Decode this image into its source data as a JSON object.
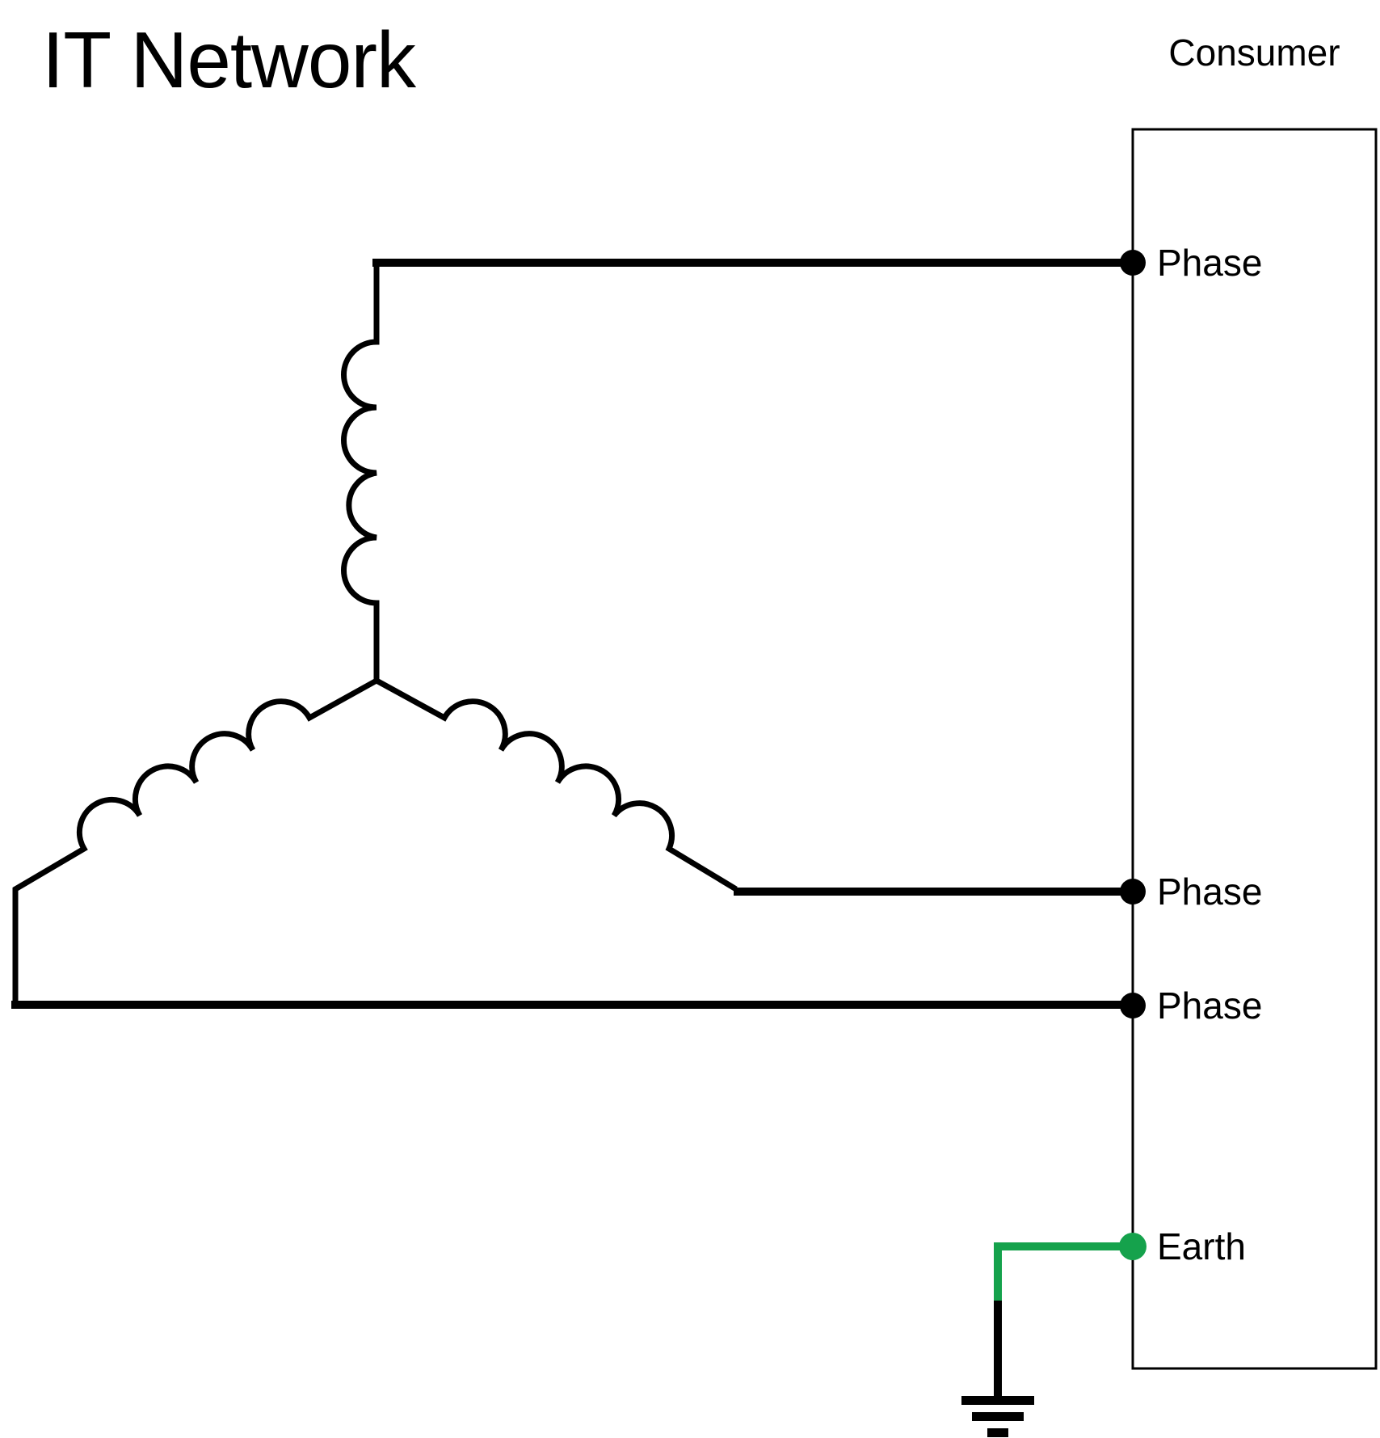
{
  "title": "IT Network",
  "consumer": {
    "label": "Consumer"
  },
  "terminals": [
    {
      "id": "phase-1",
      "label": "Phase"
    },
    {
      "id": "phase-2",
      "label": "Phase"
    },
    {
      "id": "phase-3",
      "label": "Phase"
    },
    {
      "id": "earth",
      "label": "Earth"
    }
  ],
  "icons": {
    "winding": "wye-three-phase-winding-icon",
    "ground": "earth-ground-icon",
    "terminal": "connection-dot-icon"
  },
  "colors": {
    "wire": "#000000",
    "earth_wire": "#15A24C",
    "box_border": "#000000",
    "background": "#FFFFFF"
  }
}
